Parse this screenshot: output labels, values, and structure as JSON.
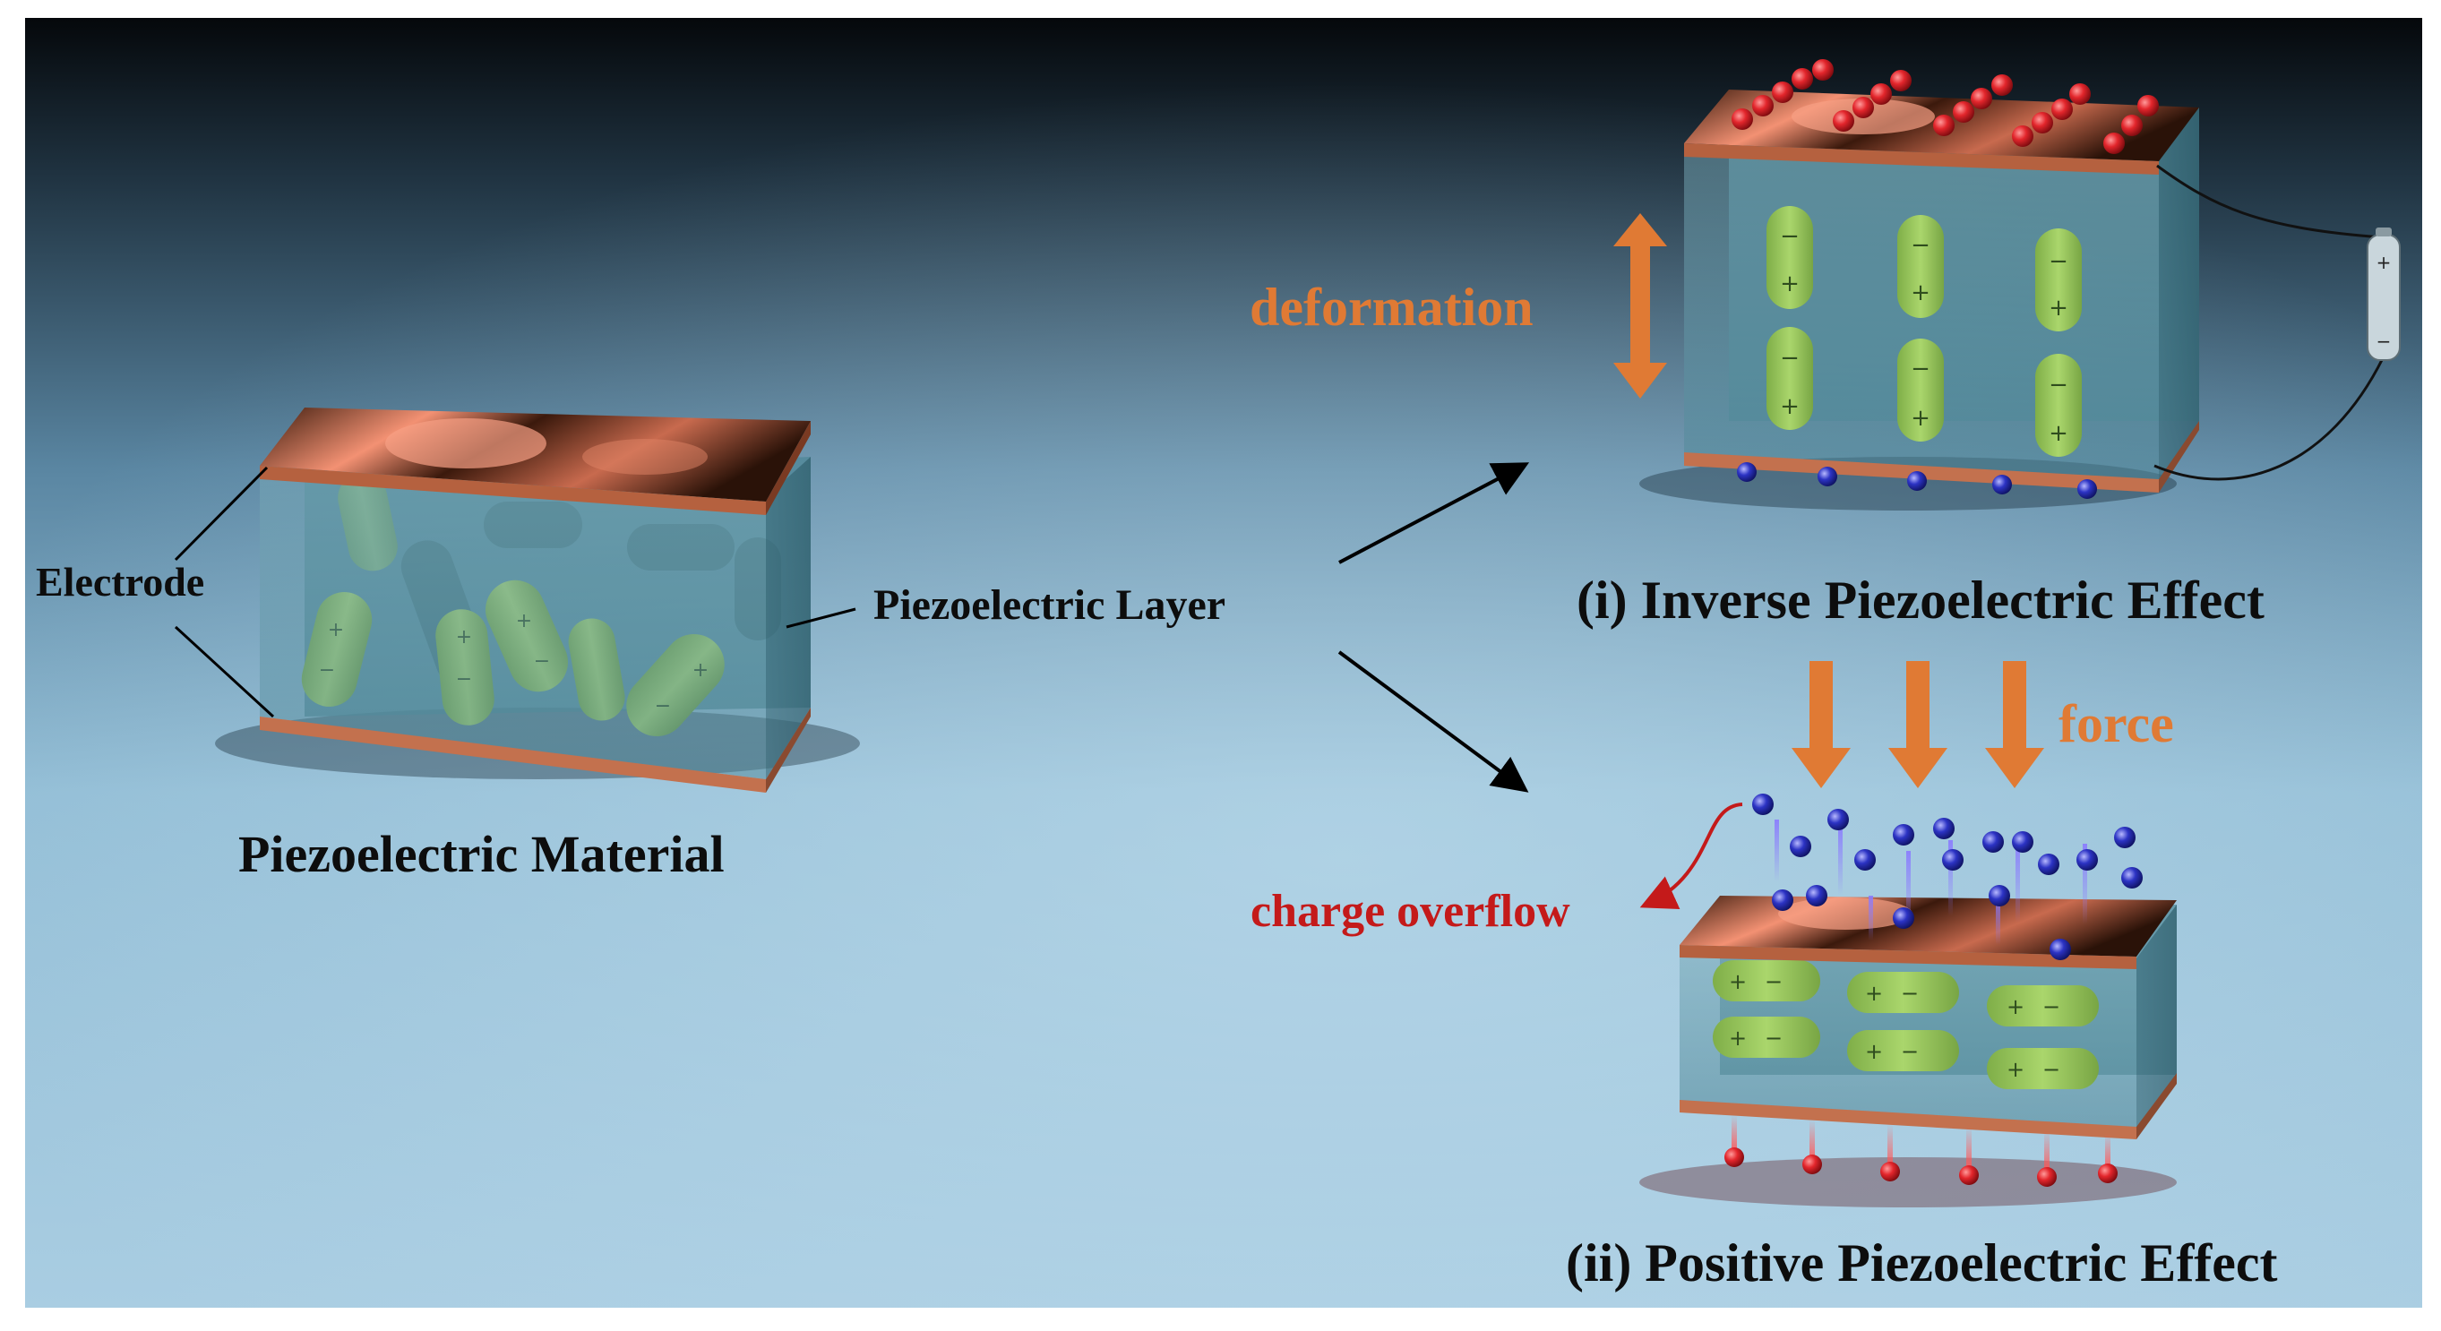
{
  "labels": {
    "electrode": "Electrode",
    "piezo_layer": "Piezoelectric Layer",
    "piezo_material": "Piezoelectric Material",
    "deformation": "deformation",
    "inverse_effect": "(i) Inverse Piezoelectric Effect",
    "force": "force",
    "charge_overflow": "charge overflow",
    "positive_effect": "(ii) Positive Piezoelectric Effect"
  },
  "symbols": {
    "plus": "+",
    "minus": "−"
  },
  "colors": {
    "background_top": "#0a0f14",
    "background_mid": "#5e8aa6",
    "background_bottom": "#b3d3e6",
    "layer_fill": "#5f9aaa",
    "electrode_dark": "#2a1208",
    "electrode_glow": "#f08a68",
    "dipole_fill": "#96c55c",
    "orange_arrow": "#e07a34",
    "red_text": "#c41a1a",
    "negative_charge": "#2733b8",
    "positive_charge": "#d8202a"
  },
  "icons": [
    "battery-icon",
    "arrow-icon",
    "dipole-icon",
    "charge-icon"
  ]
}
